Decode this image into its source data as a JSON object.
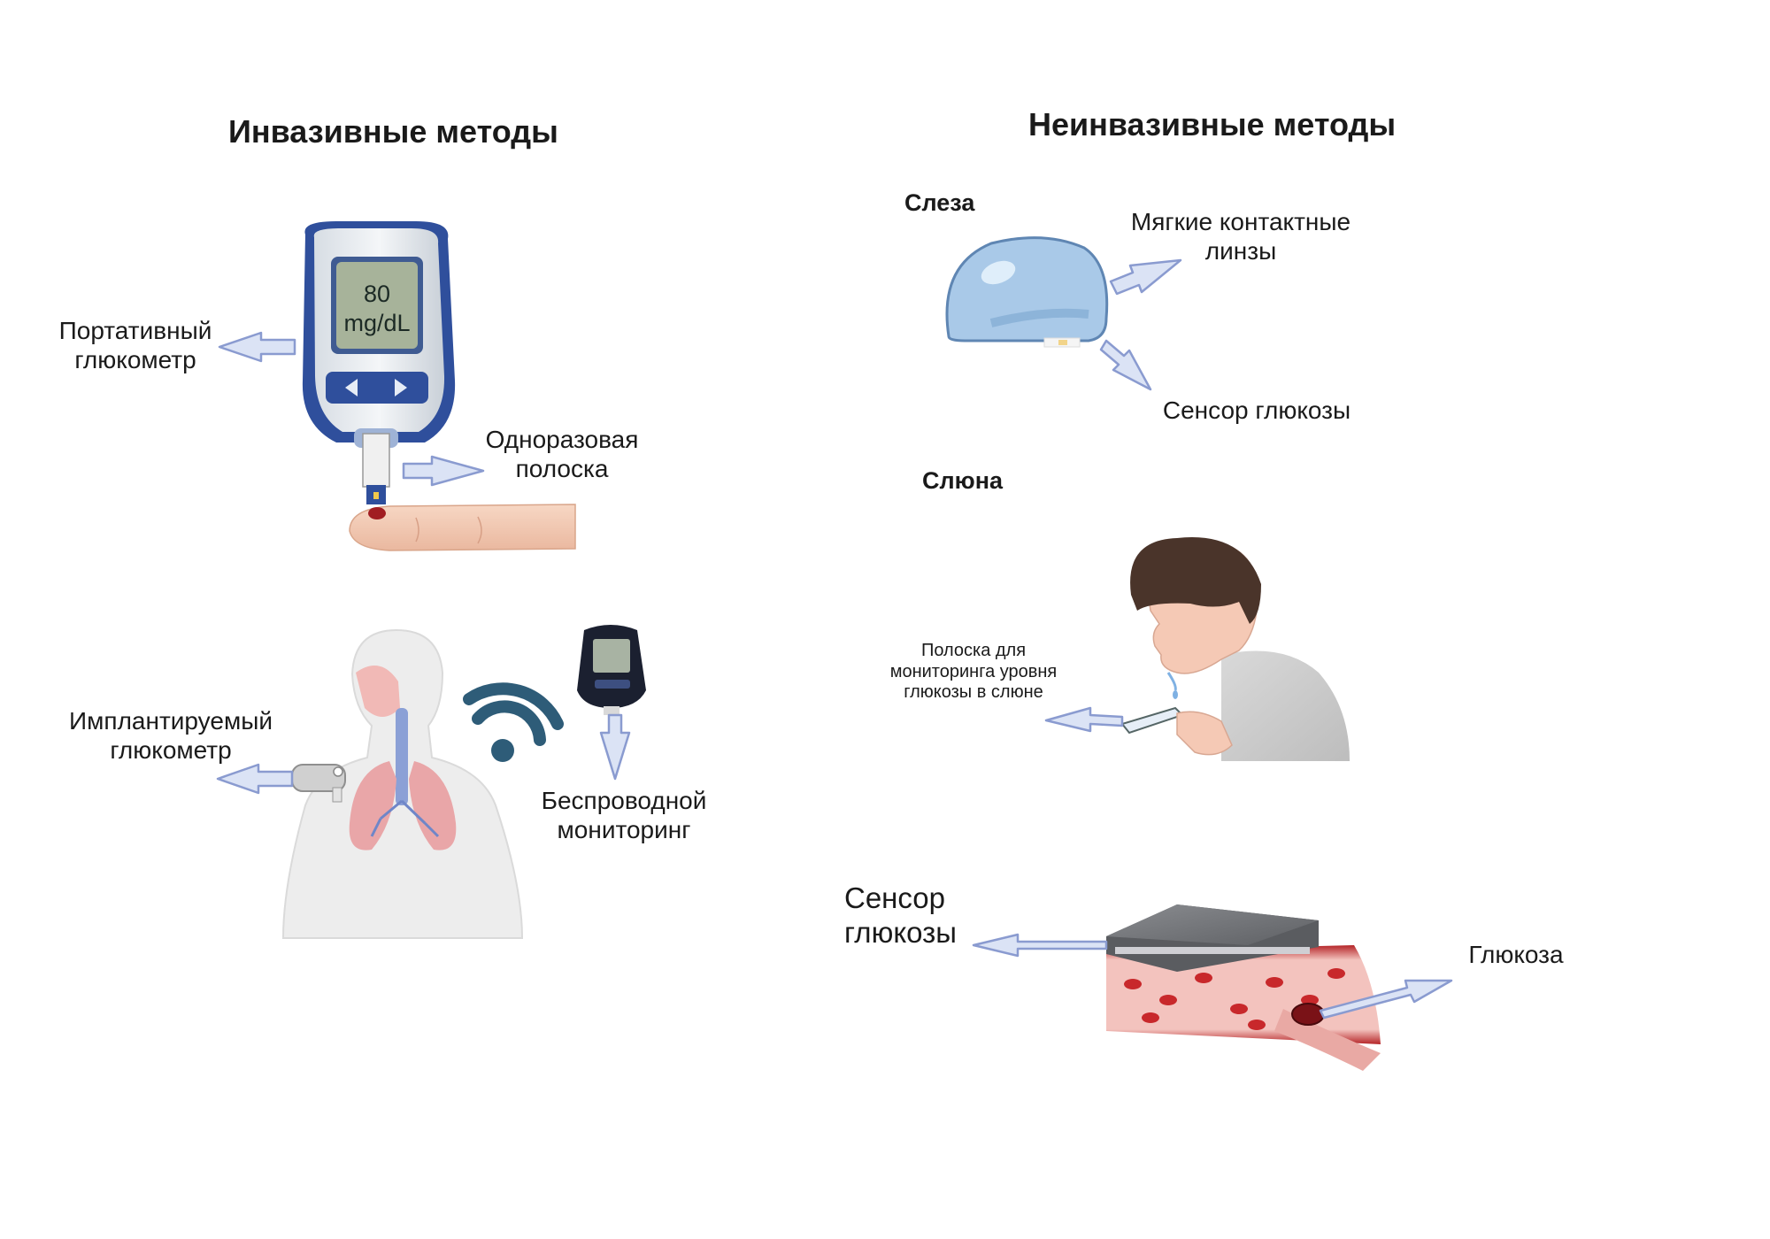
{
  "titles": {
    "invasive": "Инвазивные методы",
    "noninvasive": "Неинвазивные методы"
  },
  "invasive": {
    "glucometer_screen": {
      "value": "80",
      "unit": "mg/dL"
    },
    "labels": {
      "portable_glucometer": "Портативный\nглюкометр",
      "test_strip": "Одноразовая\nполоска",
      "implantable_glucometer": "Имплантируемый\nглюкометр",
      "wireless_monitoring": "Беспроводной\nмониторинг"
    }
  },
  "noninvasive": {
    "tear": {
      "heading": "Слеза",
      "soft_lenses": "Мягкие контактные\nлинзы",
      "glucose_sensor": "Сенсор глюкозы"
    },
    "saliva": {
      "heading": "Слюна",
      "strip": "Полоска для\nмониторинга уровня\nглюкозы в слюне"
    },
    "blood": {
      "sensor": "Сенсор\nглюкозы",
      "glucose": "Глюкоза"
    }
  },
  "colors": {
    "arrow_fill": "#dbe3f5",
    "arrow_stroke": "#8a9bd0",
    "meter_blue": "#2f4f9c",
    "lens_blue": "#a9c9e8",
    "blood_red": "#c8282b",
    "wifi_teal": "#2e5c78"
  }
}
